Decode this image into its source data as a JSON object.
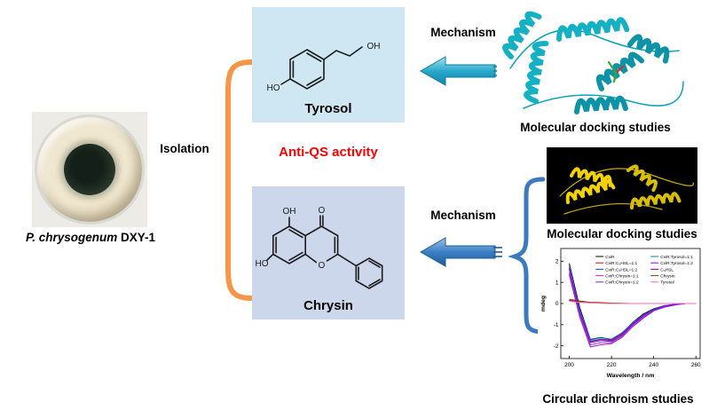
{
  "source": {
    "species": "P. chrysogenum",
    "strain": " DXY-1"
  },
  "labels": {
    "isolation": "Isolation",
    "anti_qs": "Anti-QS activity",
    "mechanism_top": "Mechanism",
    "mechanism_bottom": "Mechanism"
  },
  "compounds": {
    "tyrosol": {
      "name": "Tyrosol",
      "atom_ho": "HO",
      "atom_oh": "OH"
    },
    "chrysin": {
      "name": "Chrysin",
      "atom_oh_top": "OH",
      "atom_ho_left": "HO",
      "atom_o_carbonyl": "O",
      "atom_o_ring": "O"
    }
  },
  "panels": {
    "docking_top_caption": "Molecular docking studies",
    "docking_bottom_caption": "Molecular docking studies",
    "cd_caption": "Circular dichroism studies"
  },
  "colors": {
    "orange_bracket": "#F79646",
    "blue_bracket": "#3A7BBF",
    "arrow_top": "#29A8CC",
    "arrow_bottom": "#2E75B6",
    "tyrosol_box_bg": "#CFE7F2",
    "chrysin_box_bg": "#CCD7EC",
    "anti_qs_red": "#FF0000",
    "protein_top_ribbon": "#14B0C4",
    "protein_bottom_ribbon": "#F2D200"
  },
  "chart_data": {
    "type": "line",
    "title": "",
    "xlabel": "Wavelength / nm",
    "ylabel": "mdeg",
    "xlim": [
      196,
      262
    ],
    "ylim": [
      -2.6,
      2.6
    ],
    "x_ticks": [
      200,
      220,
      240,
      260
    ],
    "y_ticks": [
      -2,
      -1,
      0,
      1,
      2
    ],
    "grid": false,
    "legend_position": "top-inside",
    "x": [
      200,
      205,
      210,
      215,
      220,
      225,
      230,
      235,
      240,
      245,
      250,
      255,
      260
    ],
    "series": [
      {
        "name": "CviR",
        "color": "#000000",
        "values": [
          1.9,
          -0.2,
          -1.7,
          -1.6,
          -1.7,
          -1.4,
          -0.9,
          -0.5,
          -0.25,
          -0.1,
          -0.05,
          0,
          0
        ]
      },
      {
        "name": "CviR:C₆HSL=1:1",
        "color": "#D0021B",
        "values": [
          1.7,
          -0.35,
          -1.8,
          -1.7,
          -1.75,
          -1.45,
          -0.95,
          -0.55,
          -0.3,
          -0.12,
          -0.05,
          0,
          0
        ]
      },
      {
        "name": "CviR:C₆HSL=1:2",
        "color": "#1F3BC4",
        "values": [
          1.6,
          -0.45,
          -1.85,
          -1.75,
          -1.8,
          -1.5,
          -1.0,
          -0.6,
          -0.3,
          -0.15,
          -0.05,
          0,
          0
        ]
      },
      {
        "name": "CviR:Chrysin=1:1",
        "color": "#E81CC6",
        "values": [
          1.45,
          -0.55,
          -1.95,
          -1.85,
          -1.85,
          -1.55,
          -1.05,
          -0.65,
          -0.32,
          -0.15,
          -0.05,
          0,
          0
        ]
      },
      {
        "name": "CviR:Chrysin=1:2",
        "color": "#7B2FBE",
        "values": [
          1.35,
          -0.65,
          -2.05,
          -1.95,
          -1.9,
          -1.6,
          -1.1,
          -0.7,
          -0.35,
          -0.18,
          -0.07,
          0,
          0
        ]
      },
      {
        "name": "CviR:Tyrosol=1:1",
        "color": "#008B8B",
        "values": [
          1.8,
          -0.3,
          -1.72,
          -1.62,
          -1.68,
          -1.38,
          -0.92,
          -0.55,
          -0.28,
          -0.1,
          -0.03,
          0,
          0
        ]
      },
      {
        "name": "CviR:Tyrosol=1:2",
        "color": "#8F00FF",
        "values": [
          1.7,
          -0.4,
          -1.78,
          -1.68,
          -1.72,
          -1.42,
          -0.95,
          -0.58,
          -0.3,
          -0.12,
          -0.04,
          0,
          0
        ]
      },
      {
        "name": "C₆HSL",
        "color": "#800080",
        "values": [
          0.15,
          0.08,
          0.03,
          0.02,
          0.01,
          0,
          0,
          0,
          0,
          0,
          0,
          0,
          0
        ]
      },
      {
        "name": "Chrysin",
        "color": "#7F3F00",
        "values": [
          0.2,
          0.12,
          0.06,
          0.04,
          0.02,
          0.01,
          0,
          0,
          0,
          0,
          0,
          0,
          0
        ]
      },
      {
        "name": "Tyrosol",
        "color": "#FF69B4",
        "values": [
          0.1,
          0.06,
          0.03,
          0.01,
          0,
          0,
          0,
          0,
          0,
          0,
          0,
          0,
          0
        ]
      }
    ]
  }
}
